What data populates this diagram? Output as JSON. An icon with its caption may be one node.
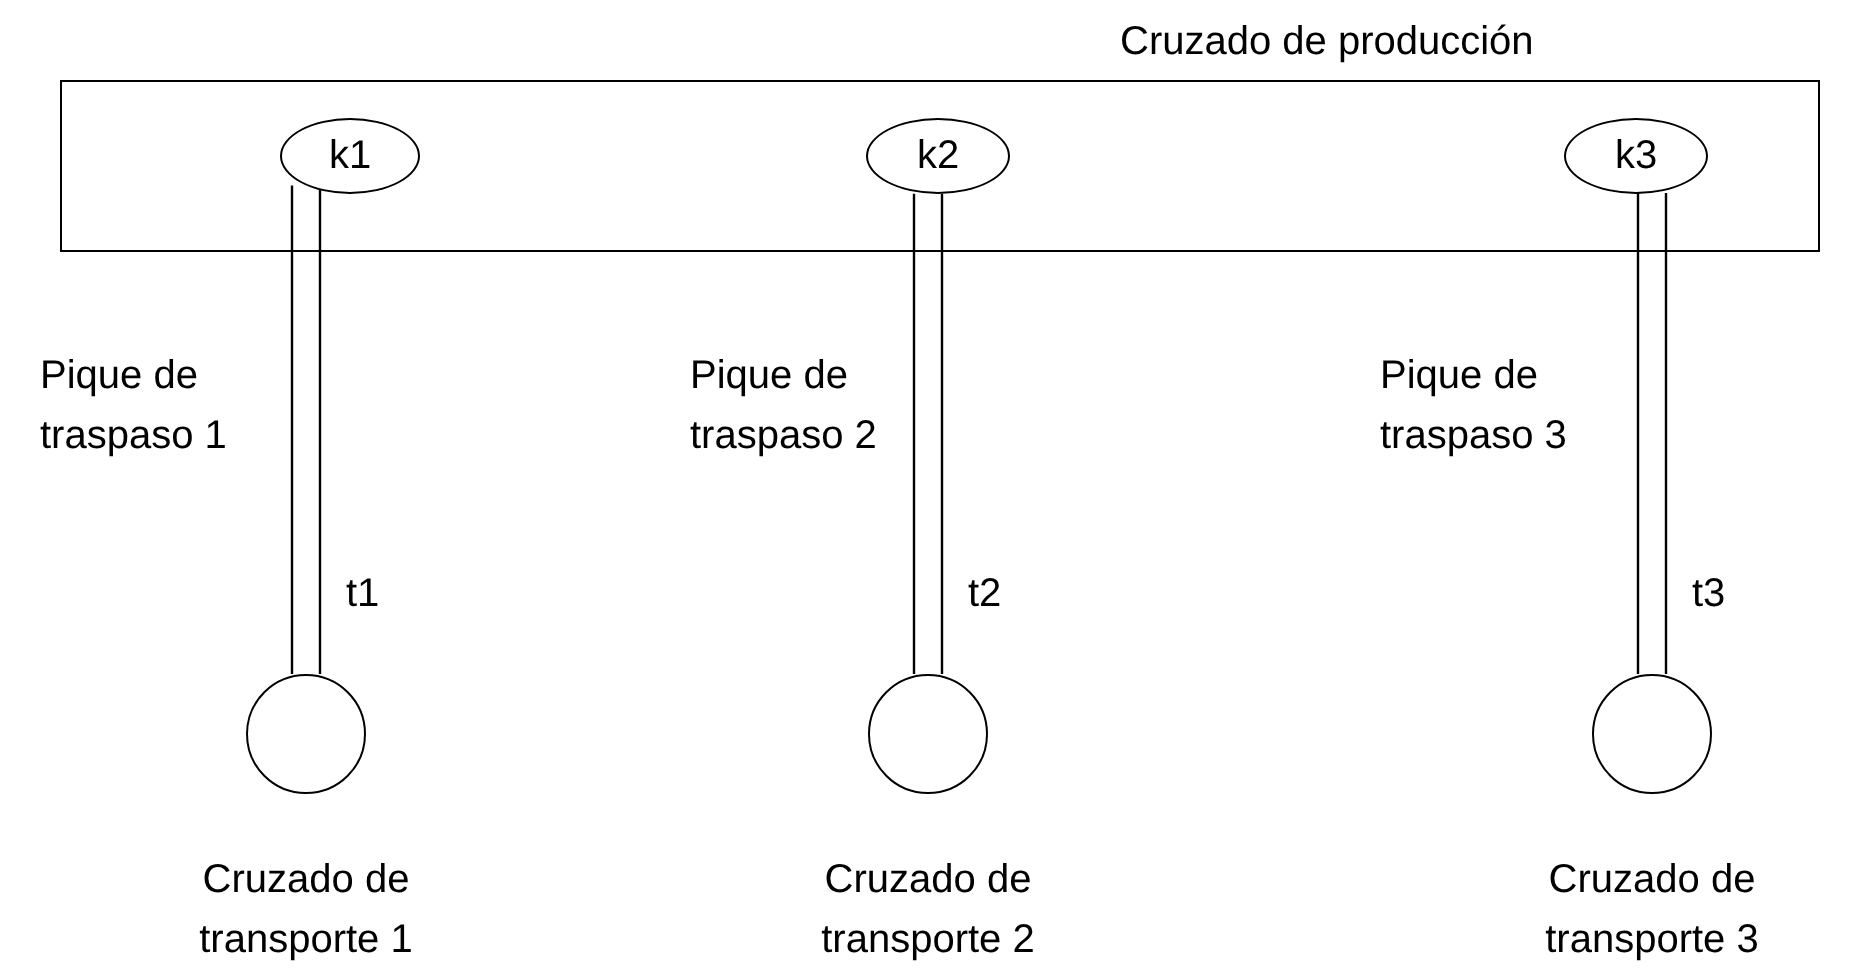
{
  "diagram": {
    "nodes": [
      {
        "text": [
          "Cruzado de producción"
        ]
      },
      {
        "text": [
          "k1"
        ],
        "in": 0
      },
      {
        "text": [
          "k2"
        ],
        "in": 0
      },
      {
        "text": [
          "k3"
        ],
        "in": 0
      },
      {
        "text": [],
        "shape": "circle",
        "beside": [
          "Cruzado de transporte 1"
        ]
      },
      {
        "text": [],
        "shape": "circle",
        "beside": [
          "Cruzado de transporte 2"
        ]
      },
      {
        "text": [],
        "shape": "circle",
        "beside": [
          "Cruzado de transporte 3"
        ]
      }
    ],
    "edges": [
      {
        "from": 1,
        "to": 4,
        "arrow": "none",
        "label": "t1"
      },
      {
        "from": 2,
        "to": 5,
        "arrow": "none",
        "label": "t2"
      },
      {
        "from": 3,
        "to": 6,
        "arrow": "none",
        "label": "t3"
      }
    ],
    "labels": [
      "Pique de traspaso 1",
      "Pique de traspaso 2",
      "Pique de traspaso 3"
    ]
  }
}
